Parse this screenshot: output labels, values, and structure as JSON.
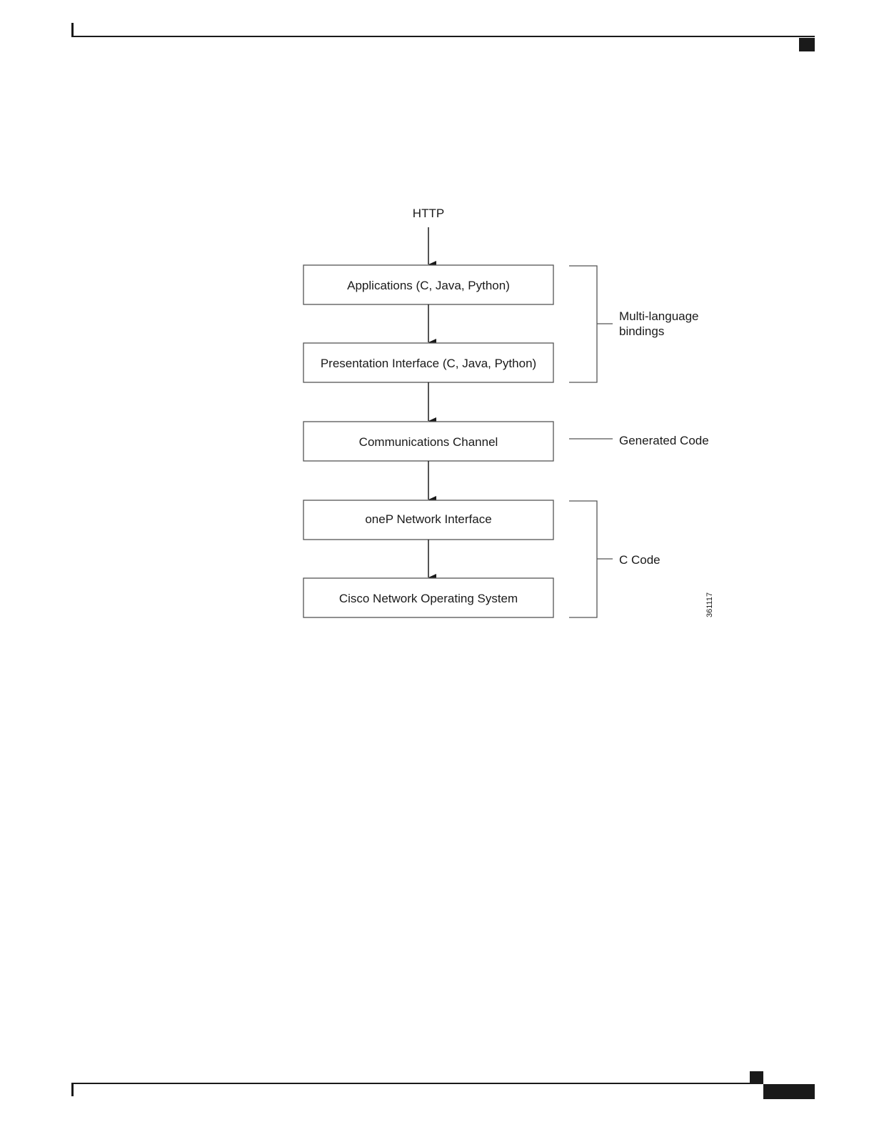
{
  "diagram": {
    "input_label": "HTTP",
    "boxes": [
      {
        "label": "Applications (C, Java, Python)"
      },
      {
        "label": "Presentation Interface (C, Java, Python)"
      },
      {
        "label": "Communications Channel"
      },
      {
        "label": "oneP Network Interface"
      },
      {
        "label": "Cisco Network Operating System"
      }
    ],
    "groups": {
      "multi_language": {
        "line1": "Multi-language",
        "line2": "bindings"
      },
      "generated": {
        "label": "Generated Code"
      },
      "c_code": {
        "label": "C Code"
      }
    },
    "figure_id": "361117"
  }
}
